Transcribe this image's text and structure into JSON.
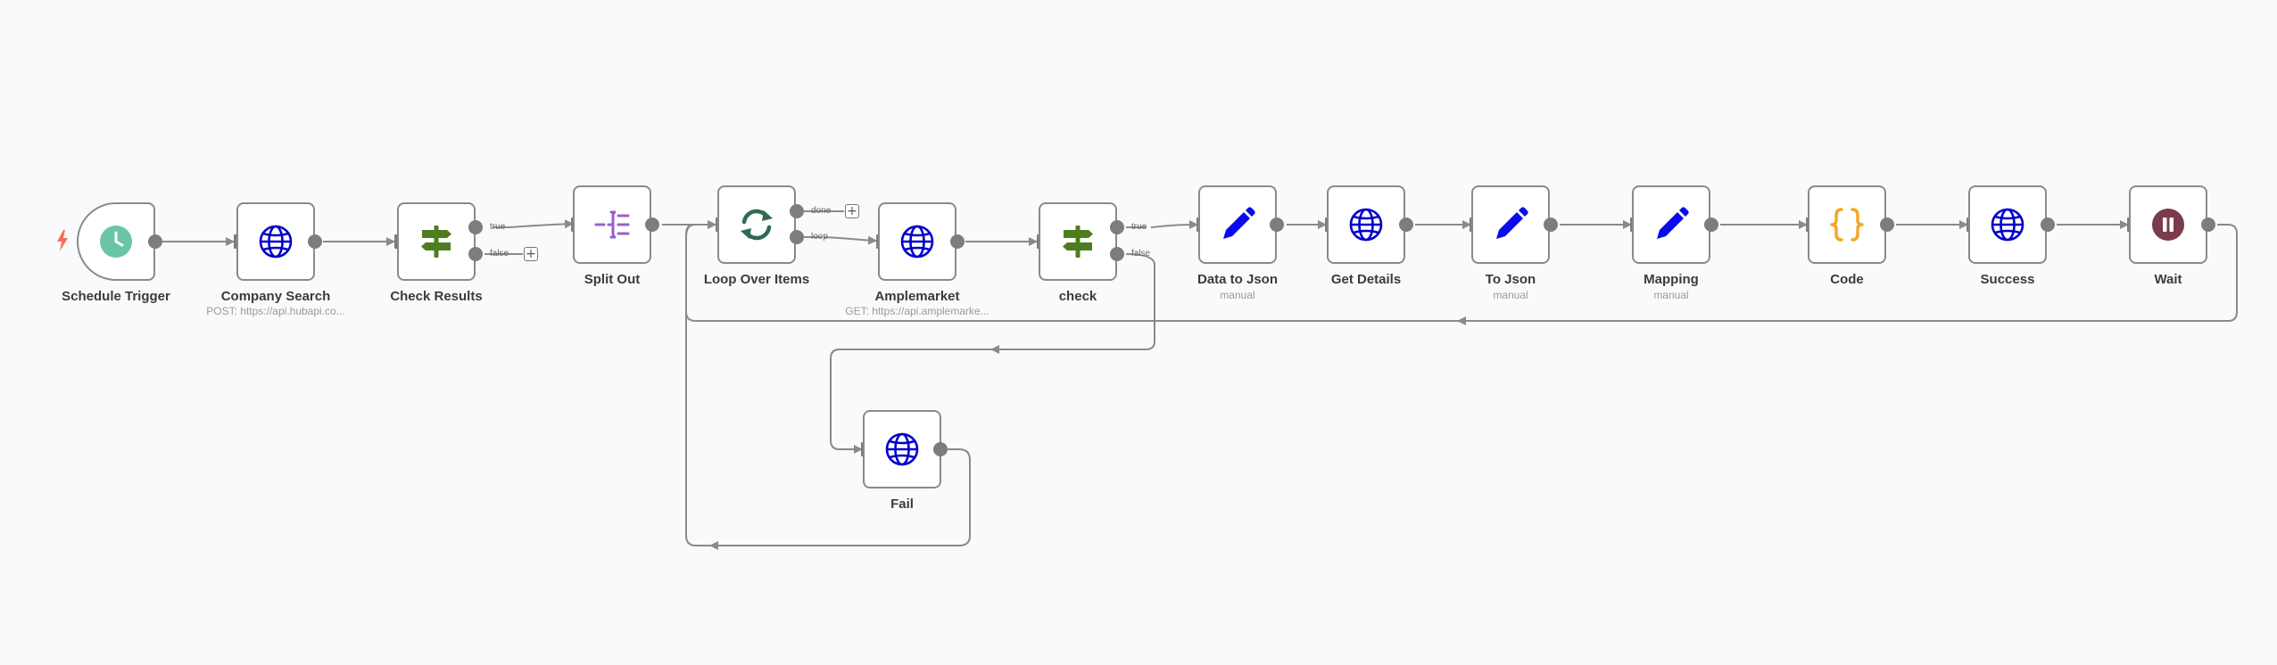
{
  "workflow": {
    "nodes": {
      "schedule_trigger": {
        "name": "Schedule Trigger"
      },
      "company_search": {
        "name": "Company Search",
        "subtitle": "POST: https://api.hubapi.co..."
      },
      "check_results": {
        "name": "Check Results",
        "out_true": "true",
        "out_false": "false"
      },
      "split_out": {
        "name": "Split Out"
      },
      "loop_over_items": {
        "name": "Loop Over Items",
        "out_done": "done",
        "out_loop": "loop"
      },
      "amplemarket": {
        "name": "Amplemarket",
        "subtitle": "GET: https://api.amplemarke..."
      },
      "check": {
        "name": "check",
        "out_true": "true",
        "out_false": "false"
      },
      "data_to_json": {
        "name": "Data to Json",
        "subtitle": "manual"
      },
      "get_details": {
        "name": "Get Details"
      },
      "to_json": {
        "name": "To Json",
        "subtitle": "manual"
      },
      "mapping": {
        "name": "Mapping",
        "subtitle": "manual"
      },
      "code": {
        "name": "Code"
      },
      "success": {
        "name": "Success"
      },
      "wait": {
        "name": "Wait"
      },
      "fail": {
        "name": "Fail"
      }
    },
    "plus_symbol": "+",
    "icons": {
      "schedule_trigger": "clock-icon",
      "company_search": "globe-icon",
      "check_results": "signpost-icon",
      "split_out": "split-out-icon",
      "loop_over_items": "refresh-arrows-icon",
      "amplemarket": "globe-icon",
      "check": "signpost-icon",
      "data_to_json": "pencil-icon",
      "get_details": "globe-icon",
      "to_json": "pencil-icon",
      "mapping": "pencil-icon",
      "code": "curly-braces-icon",
      "success": "globe-icon",
      "wait": "pause-icon",
      "fail": "globe-icon"
    }
  },
  "colors": {
    "canvas_bg": "#f9fafc",
    "connector": "#8a8a8a",
    "node_border": "#8a8a8a",
    "trigger_bolt": "#ff6d5a",
    "clock": "#6ac5a6",
    "globe": "#0000cc",
    "signpost": "#4e7d1f",
    "split_out": "#9b5fc9",
    "loop": "#2e6b4f",
    "pencil": "#0a0aee",
    "code": "#f5a623",
    "wait": "#7a3b4a"
  }
}
